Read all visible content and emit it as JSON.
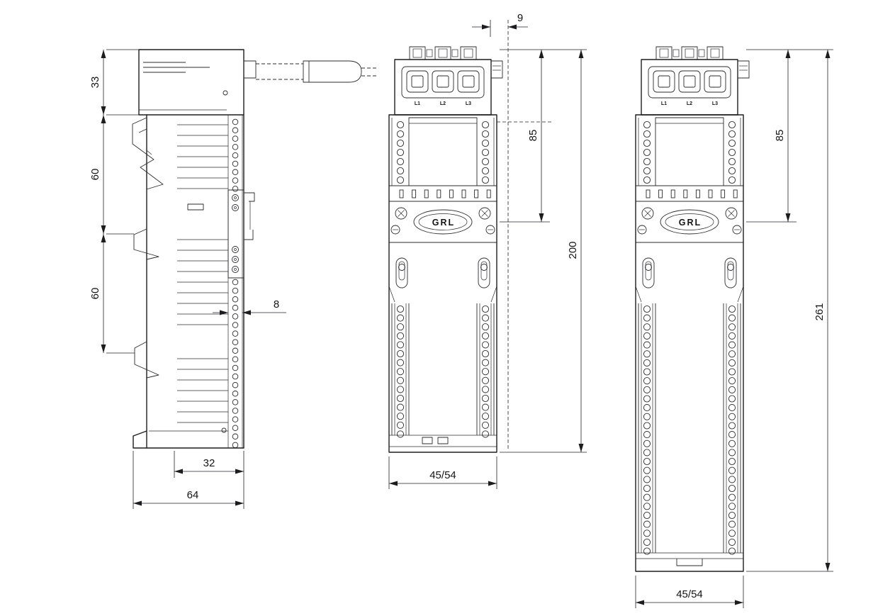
{
  "page": {
    "background": "#ffffff",
    "line_color": "#1d1d1f"
  },
  "device": {
    "terminals": [
      "L1",
      "L2",
      "L3"
    ],
    "logo": "GRL"
  },
  "side_view": {
    "dims": {
      "height_top": "33",
      "height_mid": "60",
      "height_bottom": "60",
      "rail_width": "8",
      "depth_inner": "32",
      "depth_total": "64"
    }
  },
  "front_view_short": {
    "dims": {
      "top_offset": "9",
      "top_to_center": "85",
      "total_height": "200",
      "width": "45/54"
    }
  },
  "front_view_long": {
    "dims": {
      "top_to_center": "85",
      "total_height": "261",
      "width": "45/54"
    }
  }
}
